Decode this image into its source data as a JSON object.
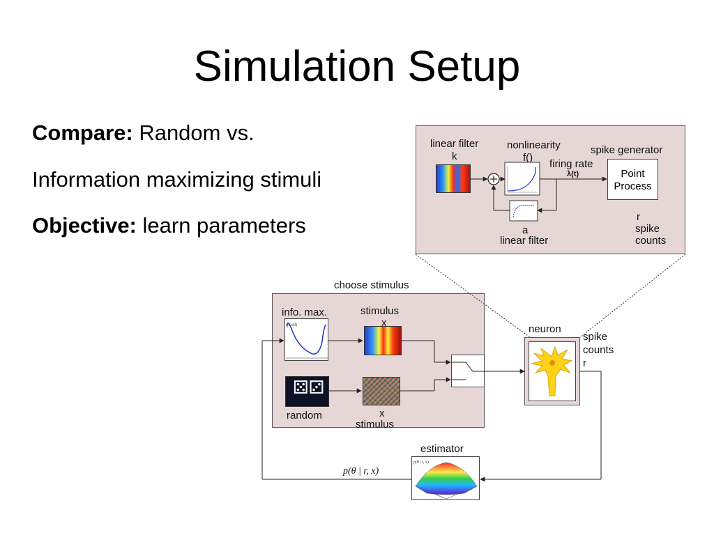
{
  "slide": {
    "title": "Simulation Setup",
    "bullets": [
      {
        "bold": "Compare:",
        "text": " Random vs."
      },
      {
        "bold": "",
        "text": "Information maximizing stimuli"
      },
      {
        "bold": "Objective:",
        "text": " learn parameters"
      }
    ]
  },
  "neuron_model": {
    "linear_filter_k": "linear filter",
    "k_symbol": "k",
    "nonlinearity": "nonlinearity",
    "f_symbol": "f()",
    "firing_rate": "firing rate",
    "lambda_symbol": "λ(t)",
    "spike_generator": "spike generator",
    "point_process": "Point\nProcess",
    "a_symbol": "a",
    "linear_filter_a": "linear filter",
    "r_label": "r",
    "spike_counts": "spike\ncounts"
  },
  "loop": {
    "choose_stimulus": "choose stimulus",
    "info_max": "info. max.",
    "stimulus_top": "stimulus",
    "x_top": "x",
    "random": "random",
    "x_bottom": "x",
    "stimulus_bottom": "stimulus",
    "neuron": "neuron",
    "spike_counts_r": "spike\ncounts\nr",
    "estimator": "estimator",
    "posterior": "p(θ | r, x)"
  }
}
